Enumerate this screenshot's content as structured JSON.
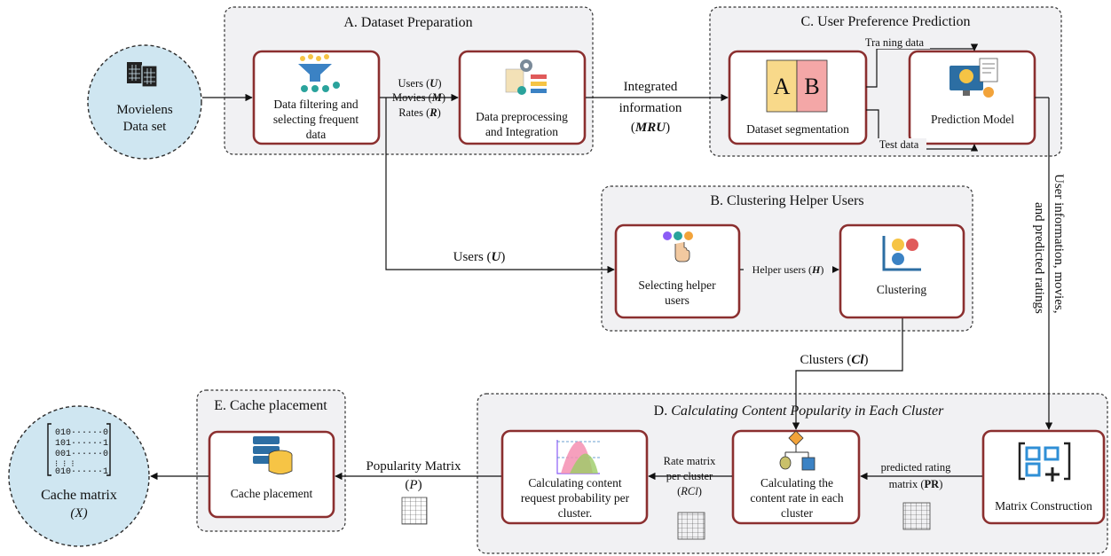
{
  "source": {
    "line1": "Movielens",
    "line2": "Data set"
  },
  "cache_matrix": {
    "line1": "Cache matrix",
    "line2": "(X)"
  },
  "panels": {
    "a": "A. Dataset Preparation",
    "b": "B. Clustering Helper Users",
    "c": "C. User Preference Prediction",
    "d_prefix": "D.",
    "d_rest": "Calculating Content Popularity in Each Cluster",
    "e": "E. Cache placement"
  },
  "nodes": {
    "filter": [
      "Data filtering and",
      "selecting frequent",
      "data"
    ],
    "preprocess": [
      "Data preprocessing",
      "and Integration"
    ],
    "segmentation": "Dataset segmentation",
    "prediction": "Prediction Model",
    "helpers": [
      "Selecting helper",
      "users"
    ],
    "clustering": "Clustering",
    "construction": "Matrix Construction",
    "content_rate": [
      "Calculating the",
      "content rate in each",
      "cluster"
    ],
    "request_prob": [
      "Calculating content",
      "request probability per",
      "cluster."
    ],
    "cache_placement": "Cache placement"
  },
  "edges": {
    "users_u": "Users (",
    "movies_m": "Movies (",
    "rates_r": "Rates (",
    "u_sym": "U",
    "m_sym": "M",
    "r_sym": "R",
    "close": ")",
    "integrated_1": "Integrated",
    "integrated_2": "information",
    "mru_open": "(",
    "mru": "MRU",
    "mru_close": ")",
    "training": "Tra ning data",
    "test": "Test data",
    "users_b": "Users (",
    "helper_users": "Helper users (",
    "h_sym": "H",
    "clusters": "Clusters (",
    "cl_sym": "Cl",
    "user_info_vertical": "User information, movies,",
    "user_info_vertical_2": "and predicted ratings",
    "predicted_rating_1": "predicted rating",
    "predicted_rating_2": "matrix (",
    "pr_sym": "PR",
    "rate_matrix_1": "Rate matrix",
    "rate_matrix_2": "per cluster",
    "rate_matrix_3_open": "(",
    "rcl_sym": "RCl",
    "popularity_1": "Popularity Matrix",
    "popularity_2_open": "(",
    "p_sym": "P"
  },
  "colors": {
    "box_border": "#8b2f2f",
    "panel_fill": "#f1f1f3",
    "circle_fill": "#cfe6f1",
    "accent_blue": "#3b82c4",
    "accent_yellow": "#f6c445",
    "accent_red": "#e05a5a"
  }
}
